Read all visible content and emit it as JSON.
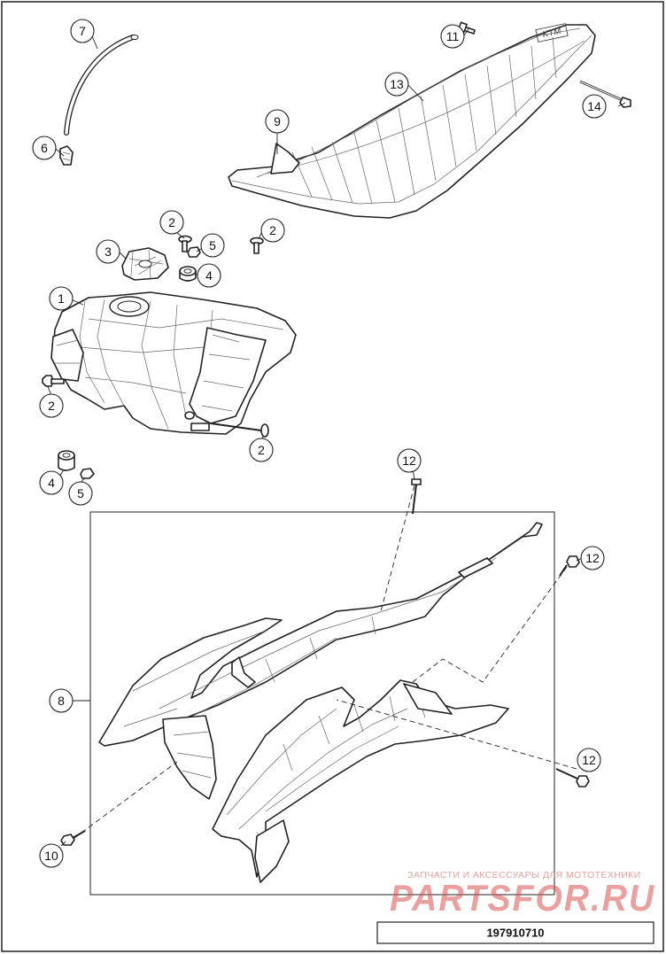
{
  "callouts": [
    {
      "id": "callout-7",
      "label": "7"
    },
    {
      "id": "callout-6",
      "label": "6"
    },
    {
      "id": "callout-11",
      "label": "11"
    },
    {
      "id": "callout-13",
      "label": "13"
    },
    {
      "id": "callout-14",
      "label": "14"
    },
    {
      "id": "callout-9",
      "label": "9"
    },
    {
      "id": "callout-2a",
      "label": "2"
    },
    {
      "id": "callout-5a",
      "label": "5"
    },
    {
      "id": "callout-2b",
      "label": "2"
    },
    {
      "id": "callout-3",
      "label": "3"
    },
    {
      "id": "callout-4a",
      "label": "4"
    },
    {
      "id": "callout-1",
      "label": "1"
    },
    {
      "id": "callout-2c",
      "label": "2"
    },
    {
      "id": "callout-2d",
      "label": "2"
    },
    {
      "id": "callout-4b",
      "label": "4"
    },
    {
      "id": "callout-5b",
      "label": "5"
    },
    {
      "id": "callout-12a",
      "label": "12"
    },
    {
      "id": "callout-12b",
      "label": "12"
    },
    {
      "id": "callout-8",
      "label": "8"
    },
    {
      "id": "callout-12c",
      "label": "12"
    },
    {
      "id": "callout-10",
      "label": "10"
    }
  ],
  "watermark": {
    "tagline": "ЗАПЧАСТИ И АКСЕССУАРЫ ДЛЯ МОТОТЕХНИКИ",
    "brand": "PARTSFOR.RU",
    "color": "#d9534f"
  },
  "seat_logo_text": "KTM",
  "reference_number": "197910710"
}
